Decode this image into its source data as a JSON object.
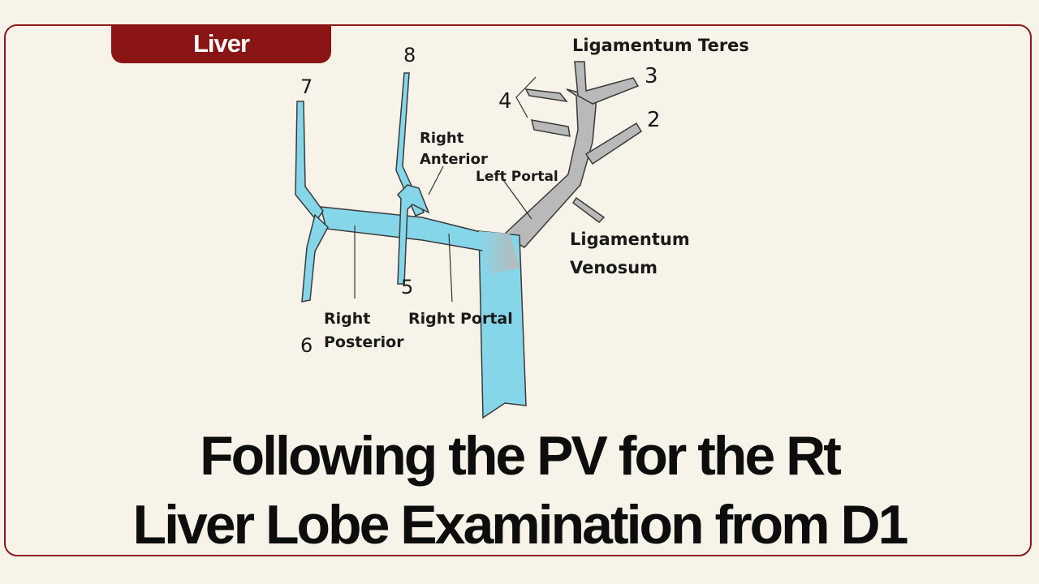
{
  "tab": {
    "label": "Liver"
  },
  "labels": {
    "ligamentum_teres": "Ligamentum Teres",
    "ligamentum_venosum_1": "Ligamentum",
    "ligamentum_venosum_2": "Venosum",
    "left_portal": "Left Portal",
    "right_anterior_1": "Right",
    "right_anterior_2": "Anterior",
    "right_posterior_1": "Right",
    "right_posterior_2": "Posterior",
    "right_portal": "Right Portal"
  },
  "segments": {
    "s2": "2",
    "s3": "3",
    "s4": "4",
    "s5": "5",
    "s6": "6",
    "s7": "7",
    "s8": "8"
  },
  "title": {
    "line1": "Following the PV for the Rt",
    "line2": "Liver Lobe Examination from D1"
  },
  "colors": {
    "portal_blue": "#86d6ea",
    "left_gray": "#b9b9b9",
    "frame": "#8b1a1a"
  }
}
